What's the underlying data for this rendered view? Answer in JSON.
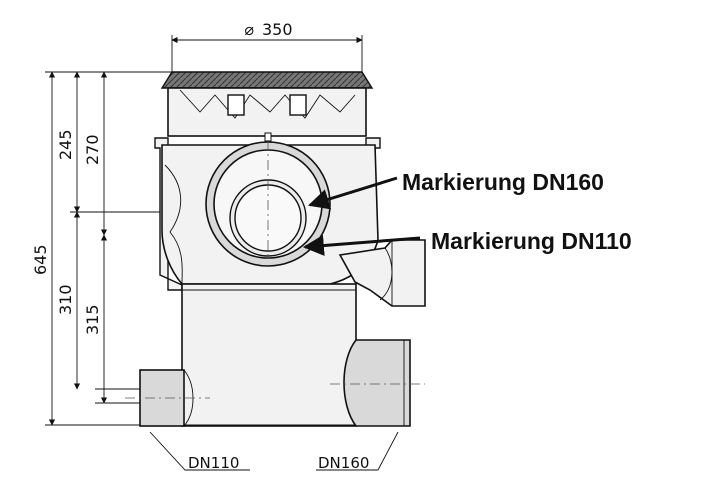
{
  "dimensions": {
    "diameter_symbol": "⌀",
    "diameter_value": "350",
    "total_height": "645",
    "upper_height_a": "245",
    "upper_height_b": "270",
    "lower_height_a": "310",
    "lower_height_b": "315"
  },
  "callouts": {
    "dn160": "Markierung DN160",
    "dn110": "Markierung DN110"
  },
  "ports": {
    "left": "DN110",
    "right": "DN160"
  }
}
